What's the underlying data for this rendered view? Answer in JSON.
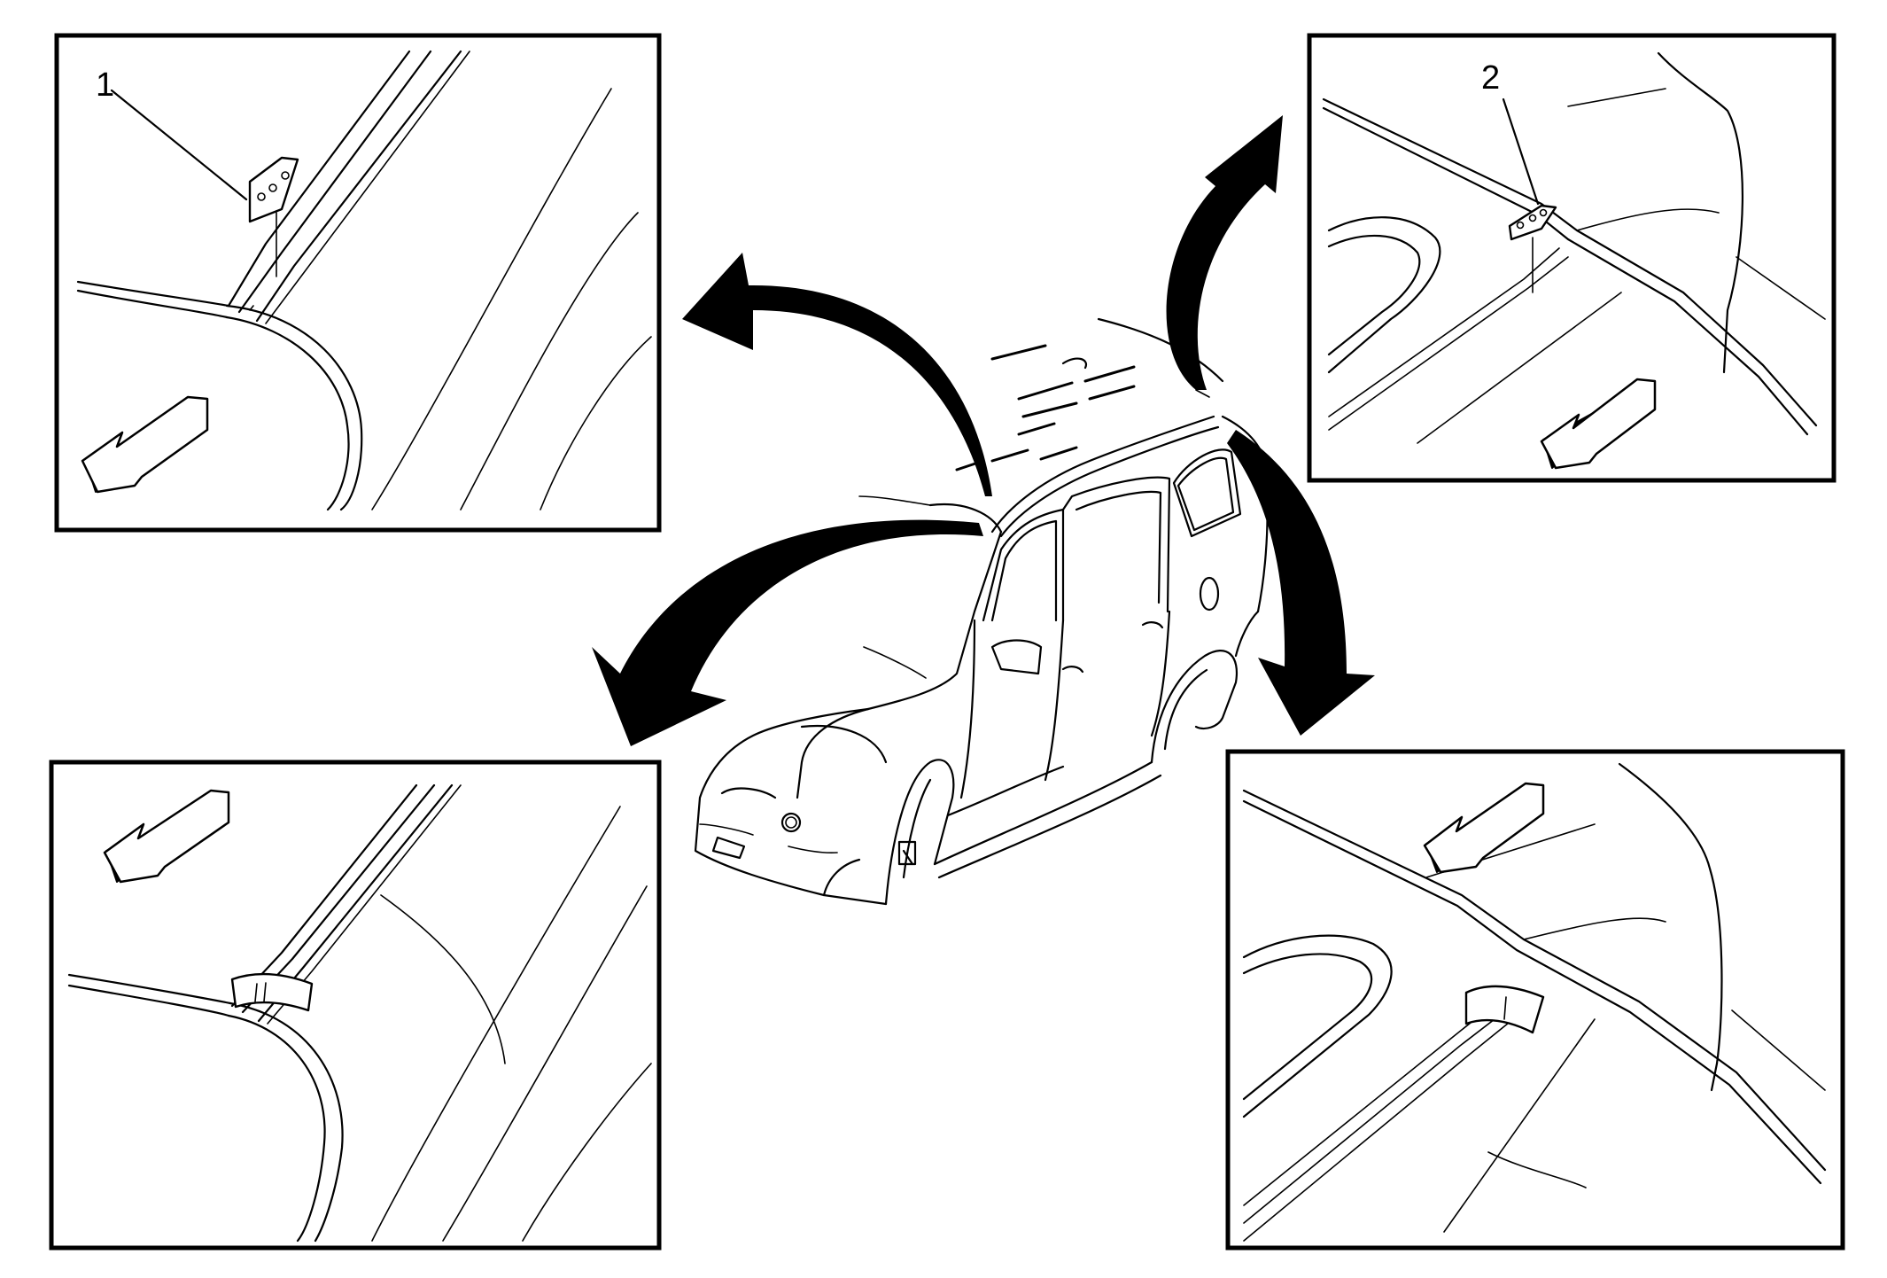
{
  "diagram": {
    "callouts": [
      {
        "id": "1",
        "label": "1"
      },
      {
        "id": "2",
        "label": "2"
      }
    ],
    "views": [
      {
        "position": "top-left",
        "contains": "clip-1"
      },
      {
        "position": "top-right",
        "contains": "clip-2"
      },
      {
        "position": "bottom-left",
        "contains": "tape"
      },
      {
        "position": "bottom-right",
        "contains": "tape"
      }
    ],
    "colors": {
      "line": "#000000",
      "background": "#ffffff"
    }
  }
}
